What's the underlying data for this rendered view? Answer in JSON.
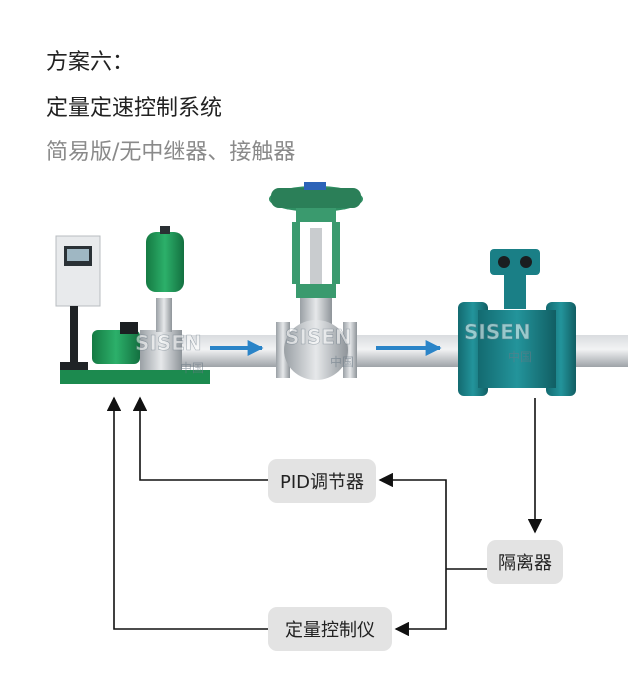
{
  "header": {
    "line1": "方案六：",
    "line2": "定量定速控制系统",
    "line3": "简易版/无中继器、接触器"
  },
  "boxes": {
    "pid": "PID调节器",
    "isolator": "隔离器",
    "controller": "定量控制仪"
  },
  "watermark": {
    "brand": "SISEN",
    "sub": "中国"
  },
  "colors": {
    "pump_green": "#1e9e5a",
    "valve_actuator": "#2f8f63",
    "meter_teal": "#1a7f86",
    "flow_arrow": "#2a84c8",
    "pipe": "#b9bdc2"
  }
}
